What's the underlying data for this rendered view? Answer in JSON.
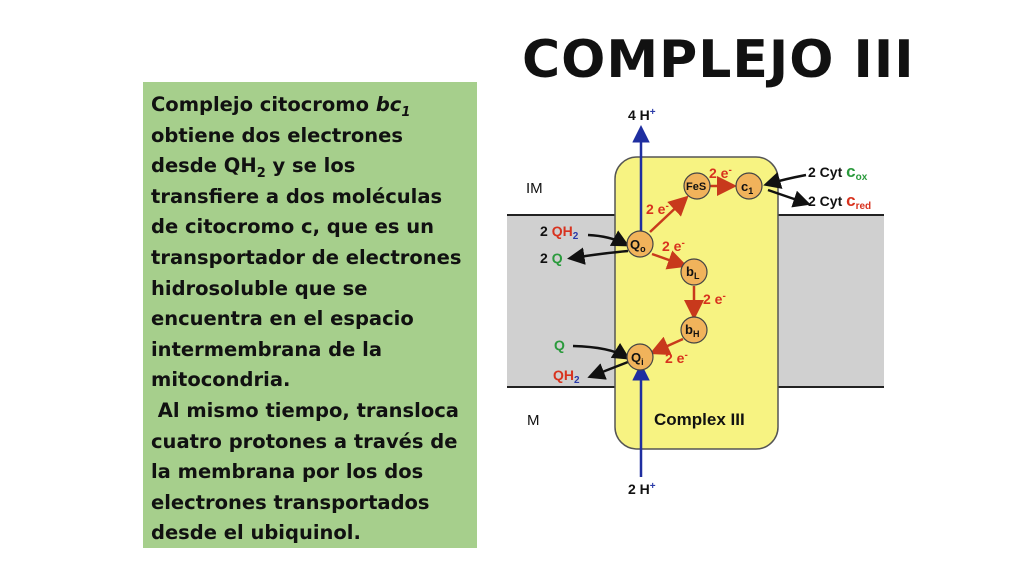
{
  "slide": {
    "title": "COMPLEJO III",
    "paragraph1": {
      "intro": "Complejo citocromo ",
      "bc": "bc",
      "bc_sub": "1",
      "line2": "obtiene dos electrones desde",
      "qh": "QH",
      "qh_sub": "2",
      "rest": " y se los transfiere a dos moléculas de citocromo c, que es un transportador de electrones hidrosoluble que se encuentra en el espacio intermembrana de la mitocondria."
    },
    "paragraph2": " Al mismo tiempo, transloca cuatro protones a través de la membrana por los dos electrones transportados desde el ubiquinol."
  },
  "diagram": {
    "top_protons": "4 H",
    "bottom_protons": "2 H",
    "plus": "+",
    "im_label": "IM",
    "m_label": "M",
    "complex_label": "Complex III",
    "qh2_in": {
      "coef": "2 ",
      "base": "QH",
      "sub": "2"
    },
    "q_out": {
      "coef": "2 ",
      "base": "Q"
    },
    "q_in": "Q",
    "qh2_out": {
      "base": "QH",
      "sub": "2"
    },
    "cyt_ox": {
      "prefix": "2 Cyt ",
      "c": "c",
      "sub": "ox"
    },
    "cyt_red": {
      "prefix": "2 Cyt ",
      "c": "c",
      "sub": "red"
    },
    "electron_label": "2 e",
    "minus": "-",
    "nodes": {
      "fes": "FeS",
      "c1": "c",
      "c1_sub": "1",
      "qo": "Q",
      "qo_sub": "o",
      "bl": "b",
      "bl_sub": "L",
      "bh": "b",
      "bh_sub": "H",
      "qi": "Q",
      "qi_sub": "i"
    },
    "colors": {
      "membrane": "#d0d0d0",
      "complex": "#f7f382",
      "node": "#f1b35b",
      "electron_arrow": "#c8391c",
      "proton_arrow": "#1f2ea0",
      "green_text": "#2a9a3c",
      "red_text": "#d8321e",
      "blue_text": "#2a3aa8",
      "textbox": "#a6cf8c"
    }
  }
}
